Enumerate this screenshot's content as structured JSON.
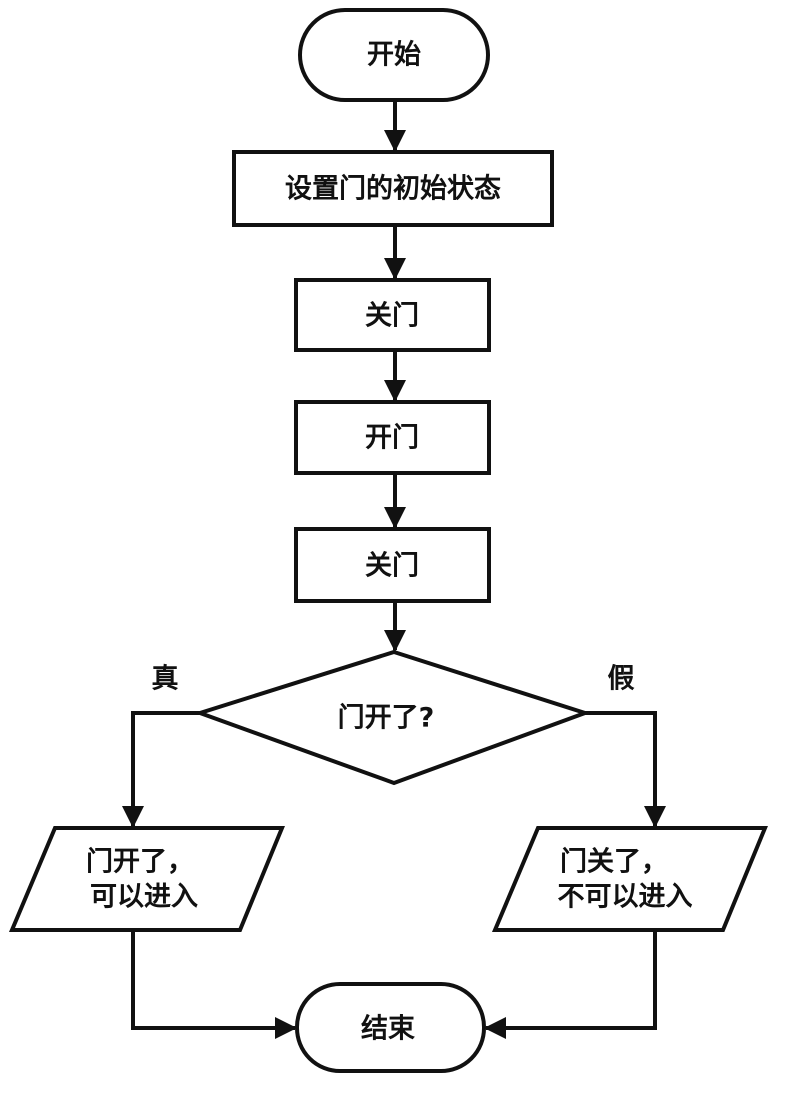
{
  "diagram": {
    "nodes": {
      "start": {
        "lines": [
          "开始"
        ]
      },
      "init": {
        "lines": [
          "设置门的初始状态"
        ]
      },
      "close1": {
        "lines": [
          "关门"
        ]
      },
      "open": {
        "lines": [
          "开门"
        ]
      },
      "close2": {
        "lines": [
          "关门"
        ]
      },
      "decision": {
        "lines": [
          "门开了?"
        ]
      },
      "io_true": {
        "lines": [
          "门开了，",
          "可以进入"
        ]
      },
      "io_false": {
        "lines": [
          "门关了，",
          "不可以进入"
        ]
      },
      "end": {
        "lines": [
          "结束"
        ]
      }
    },
    "edge_labels": {
      "true": "真",
      "false": "假"
    }
  }
}
